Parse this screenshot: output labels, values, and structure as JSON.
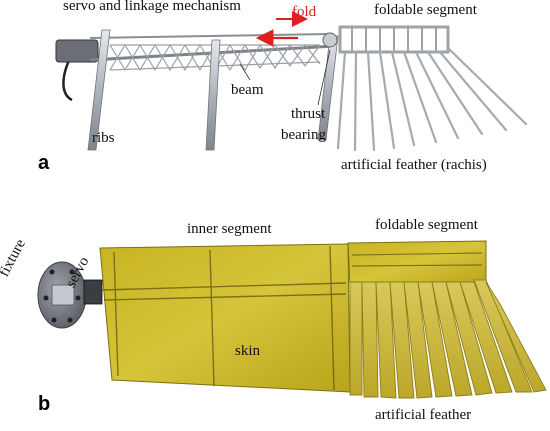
{
  "panel_a": {
    "letter": "a",
    "labels": {
      "servo_linkage": "servo and linkage mechanism",
      "fold": "fold",
      "foldable_segment": "foldable segment",
      "beam": "beam",
      "thrust": "thrust",
      "bearing": "bearing",
      "ribs": "ribs",
      "artificial_feather_rachis": "artificial feather (rachis)"
    }
  },
  "panel_b": {
    "letter": "b",
    "labels": {
      "inner_segment": "inner segment",
      "foldable_segment": "foldable segment",
      "fixture": "fixture",
      "servo": "servo",
      "skin": "skin",
      "artificial_feather": "artificial feather"
    }
  },
  "colors": {
    "arrow": "#e02020",
    "metal": "#b8bcc2",
    "skin": "#c9b92a",
    "skin_dark": "#8f8318"
  }
}
